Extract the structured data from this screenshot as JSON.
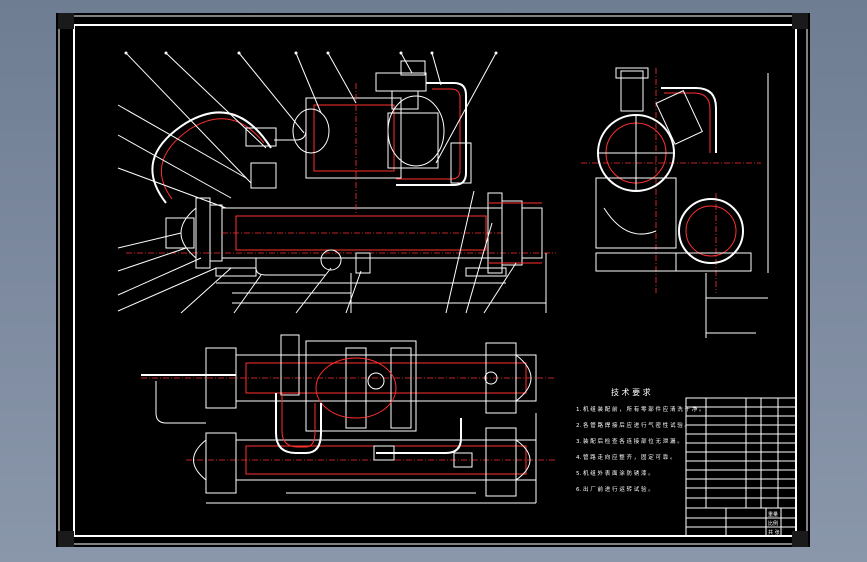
{
  "drawing": {
    "title": "",
    "tech_requirements_title": "技 术 要 求",
    "tech_requirements": [
      "1. 机 组 装 配 前 ， 所 有 零 部 件 应 清 洗 干 净 。",
      "2. 各 管 路 焊 接 后 应 进 行 气 密 性 试 验 。",
      "3. 装 配 后 检 查 各 连 接 部 位 无 泄 漏 。",
      "4. 管 路 走 向 应 整 齐 ， 固 定 可 靠 。",
      "5. 机 组 外 表 面 涂 防 锈 漆 。",
      "6. 出 厂 前 进 行 运 转 试 验 。"
    ],
    "title_block": {
      "row1": [
        "",
        "",
        "",
        "比例",
        "",
        ""
      ],
      "label_weight": "重量",
      "label_scale": "比例",
      "label_sheet": "共 张"
    }
  },
  "colors": {
    "sheet": "#000000",
    "lines": "#ffffff",
    "centerlines": "#ff3030",
    "frame_bg": "#7d8ba0"
  }
}
